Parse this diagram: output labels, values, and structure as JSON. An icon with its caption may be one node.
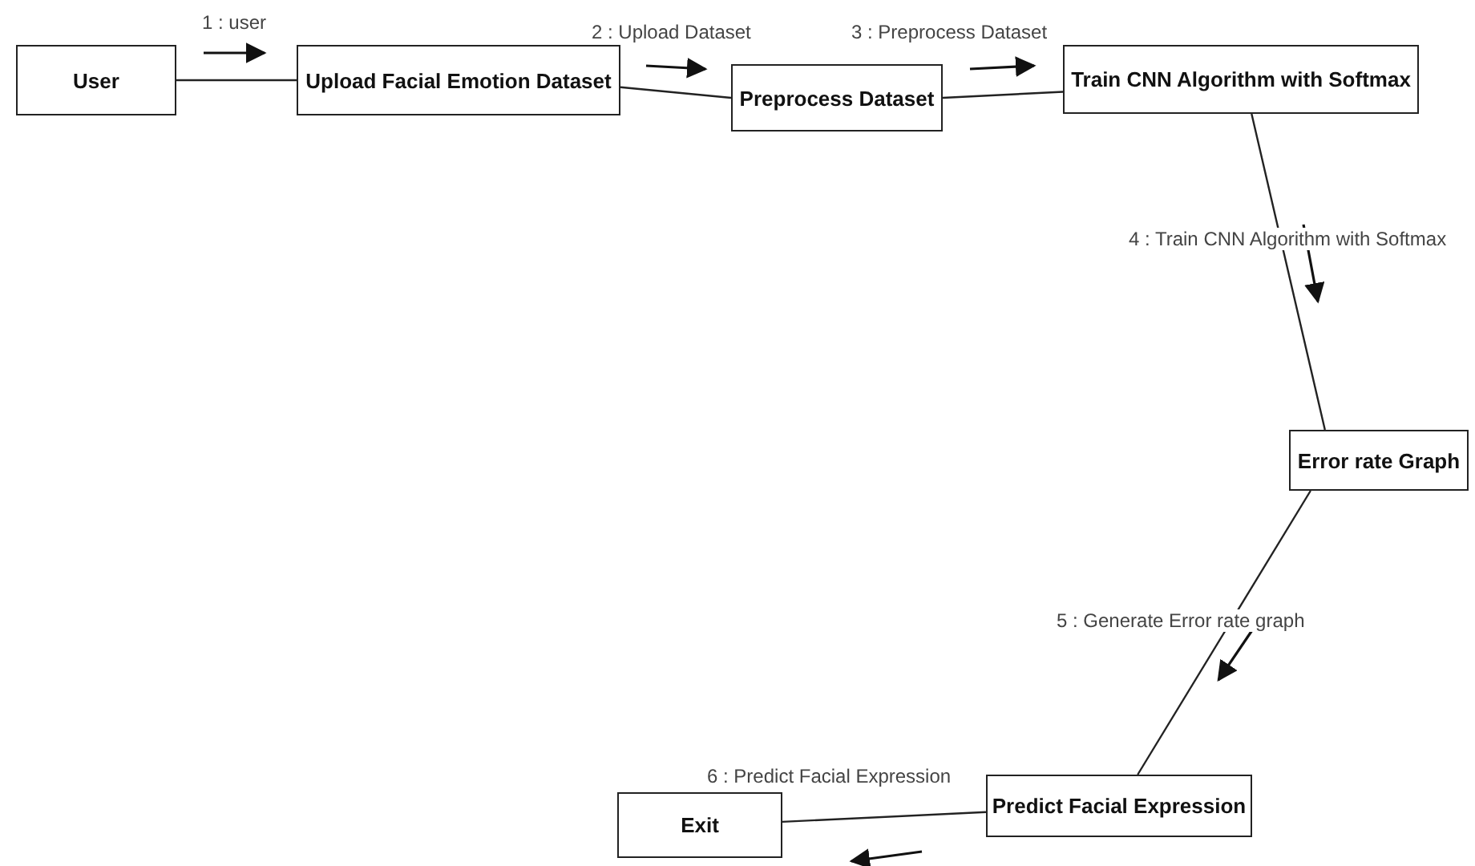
{
  "diagram": {
    "nodes": [
      {
        "text": [
          "User"
        ]
      },
      {
        "text": [
          "Upload Facial Emotion Dataset"
        ]
      },
      {
        "text": [
          "Preprocess Dataset"
        ]
      },
      {
        "text": [
          "Train CNN Algorithm with Softmax"
        ]
      },
      {
        "text": [
          "Error rate Graph"
        ]
      },
      {
        "text": [
          "Predict Facial Expression"
        ]
      },
      {
        "text": [
          "Exit"
        ]
      }
    ],
    "edges": [
      {
        "from": 0,
        "to": 1,
        "arrow": "none",
        "label": "1 : user"
      },
      {
        "from": 1,
        "to": 2,
        "arrow": "none",
        "label": "2 : Upload Dataset"
      },
      {
        "from": 2,
        "to": 3,
        "arrow": "none",
        "label": "3 : Preprocess Dataset"
      },
      {
        "from": 3,
        "to": 4,
        "arrow": "none",
        "label": "4 : Train CNN Algorithm with Softmax"
      },
      {
        "from": 4,
        "to": 5,
        "arrow": "none",
        "label": "5 : Generate Error rate graph"
      },
      {
        "from": 5,
        "to": 6,
        "arrow": "none",
        "label": "6 : Predict Facial Expression"
      }
    ]
  }
}
